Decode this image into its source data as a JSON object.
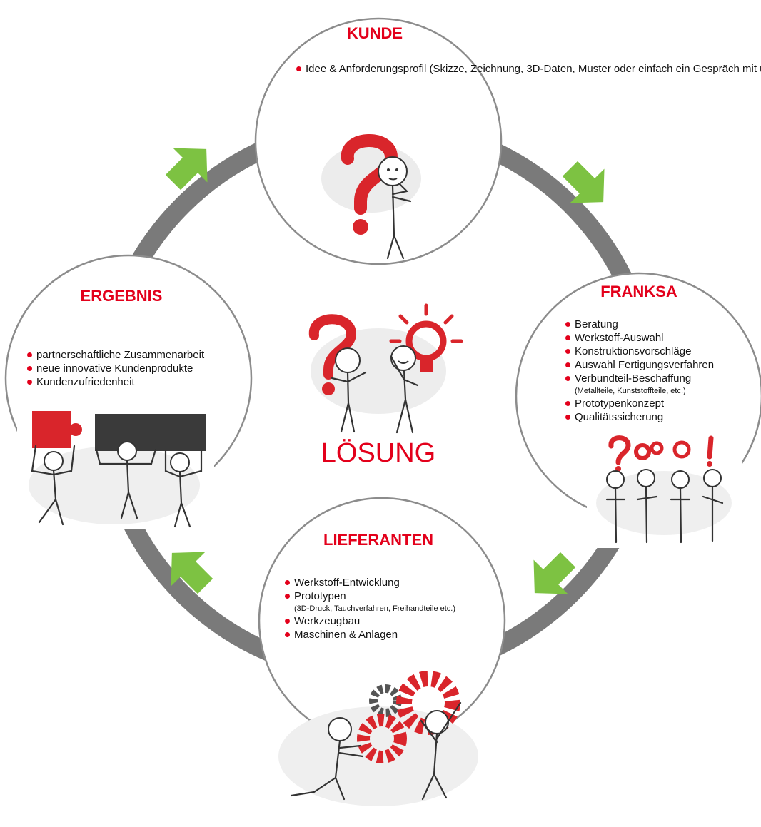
{
  "colors": {
    "accent": "#e3001b",
    "ring": "#7a7a7a",
    "arrow": "#7dc242",
    "circle_border": "#8c8c8c"
  },
  "center": {
    "label": "LÖSUNG"
  },
  "nodes": {
    "kunde": {
      "title": "KUNDE",
      "items": [
        "Idee & Anforderungsprofil (Skizze, Zeichnung, 3D-Daten, Muster oder einfach ein Gespräch mit uns)"
      ]
    },
    "franksa": {
      "title": "FRANKSA",
      "items": [
        "Beratung",
        "Werkstoff-Auswahl",
        "Konstruktionsvorschläge",
        "Auswahl Fertigungsverfahren",
        "Verbundteil-Beschaffung",
        "(Metallteile, Kunststoffteile, etc.)",
        "Prototypenkonzept",
        "Qualitätssicherung"
      ]
    },
    "lieferanten": {
      "title": "LIEFERANTEN",
      "items": [
        "Werkstoff-Entwicklung",
        "Prototypen",
        "(3D-Druck, Tauchverfahren, Freihandteile etc.)",
        "Werkzeugbau",
        "Maschinen & Anlagen"
      ]
    },
    "ergebnis": {
      "title": "ERGEBNIS",
      "items": [
        "partnerschaftliche Zusammenarbeit",
        "neue innovative Kundenprodukte",
        "Kundenzufriedenheit"
      ]
    }
  },
  "icons": {
    "kunde": "thinking-figure-question-mark-icon",
    "center": "question-and-lightbulb-figures-icon",
    "franksa": "team-with-symbols-icon",
    "lieferanten": "figures-carrying-gears-icon",
    "ergebnis": "figures-carrying-puzzle-pieces-icon"
  }
}
